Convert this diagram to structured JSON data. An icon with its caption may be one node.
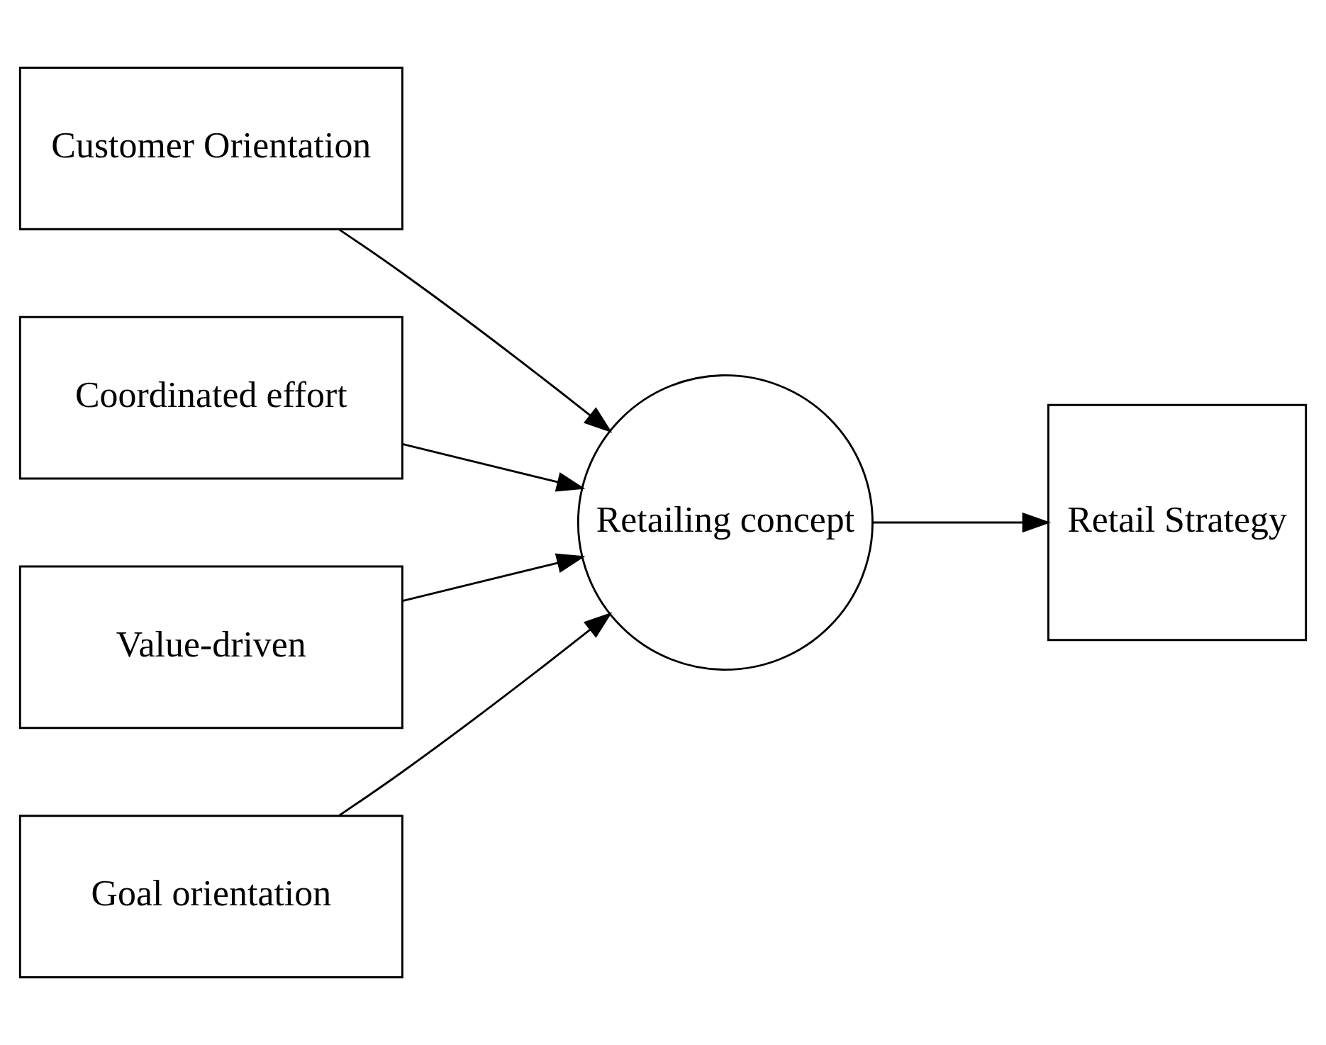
{
  "diagram": {
    "nodes": [
      {
        "text": [
          "Customer Orientation"
        ]
      },
      {
        "text": [
          "Coordinated effort"
        ]
      },
      {
        "text": [
          "Value-driven"
        ]
      },
      {
        "text": [
          "Goal orientation"
        ]
      },
      {
        "text": [
          "Retailing concept"
        ]
      },
      {
        "text": [
          "Retail Strategy"
        ]
      }
    ],
    "edges": [
      {
        "from": 0,
        "to": 4,
        "arrow": "to"
      },
      {
        "from": 1,
        "to": 4,
        "arrow": "to"
      },
      {
        "from": 2,
        "to": 4,
        "arrow": "to"
      },
      {
        "from": 3,
        "to": 4,
        "arrow": "to"
      },
      {
        "from": 4,
        "to": 5,
        "arrow": "to"
      }
    ]
  }
}
